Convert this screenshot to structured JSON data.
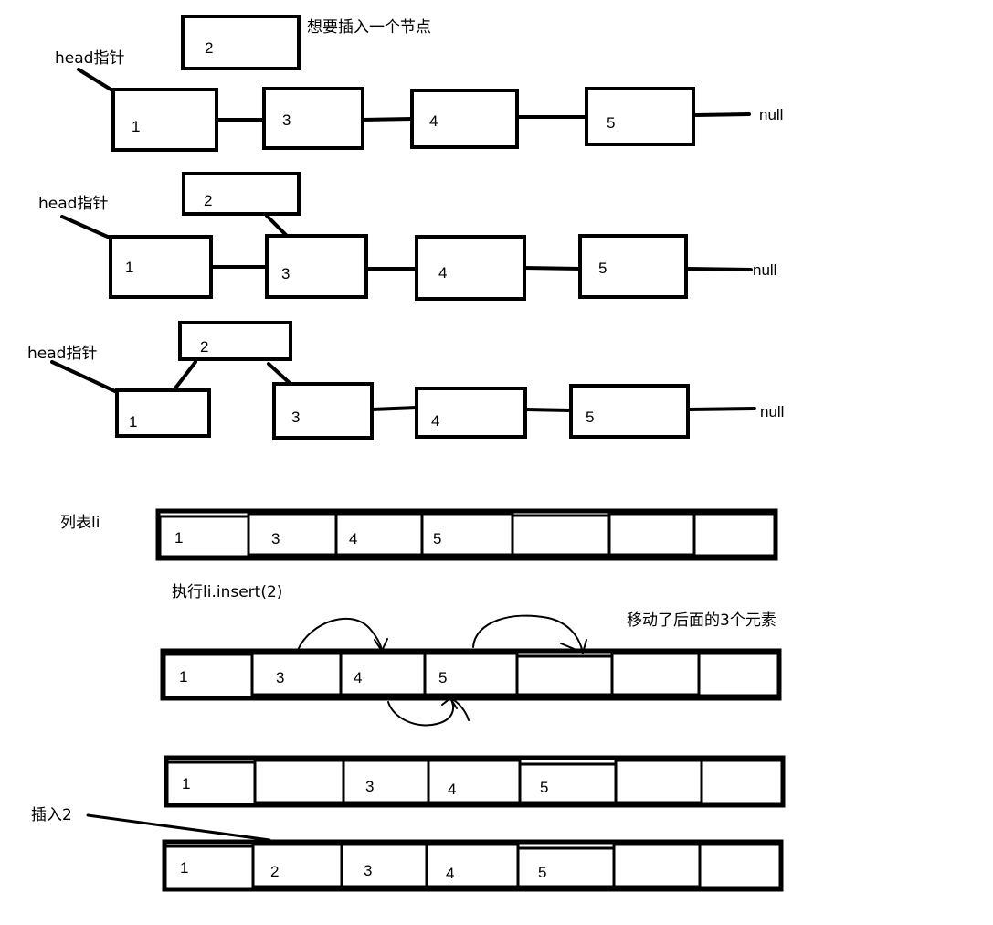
{
  "step1": {
    "head_label": "head指针",
    "new_node_value": "2",
    "new_node_caption": "想要插入一个节点",
    "nodes": [
      "1",
      "3",
      "4",
      "5"
    ],
    "tail_label": "null"
  },
  "step2": {
    "head_label": "head指针",
    "new_node_value": "2",
    "nodes": [
      "1",
      "3",
      "4",
      "5"
    ],
    "tail_label": "null"
  },
  "step3": {
    "head_label": "head指针",
    "new_node_value": "2",
    "nodes": [
      "1",
      "3",
      "4",
      "5"
    ],
    "tail_label": "null"
  },
  "array_section": {
    "list_label": "列表li",
    "exec_label": "执行li.insert(2)",
    "move_label": "移动了后面的3个元素",
    "insert_label": "插入2",
    "row1": [
      "1",
      "3",
      "4",
      "5",
      "",
      "",
      ""
    ],
    "row2": [
      "1",
      "3",
      "4",
      "5",
      "",
      "",
      ""
    ],
    "row3": [
      "1",
      "",
      "3",
      "4",
      "5",
      "",
      ""
    ],
    "row4": [
      "1",
      "2",
      "3",
      "4",
      "5",
      "",
      ""
    ]
  }
}
